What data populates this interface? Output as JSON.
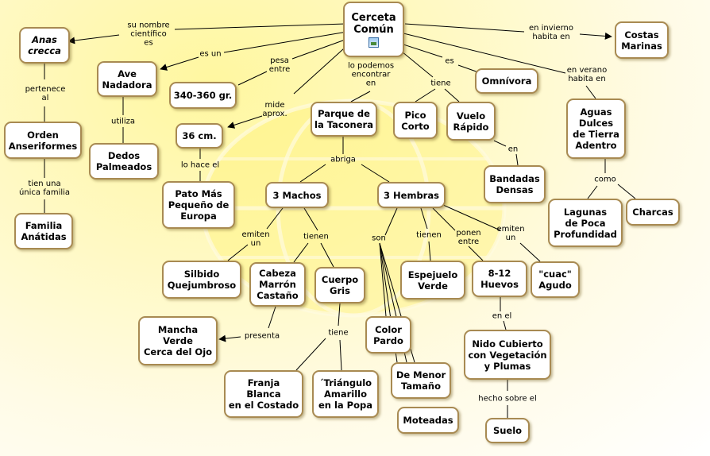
{
  "colors": {
    "node_border": "#a88a52",
    "line": "#000000",
    "background_glow": "#fff7a0"
  },
  "nodes": {
    "root": "Cerceta\nComún",
    "anas": "Anas\ncrecca",
    "orden": "Orden\nAnseriformes",
    "familia": "Familia\nAnátidas",
    "ave": "Ave\nNadadora",
    "dedos": "Dedos\nPalmeados",
    "peso": "340-360 gr.",
    "talla": "36 cm.",
    "pato": "Pato Más\nPequeño de\nEuropa",
    "parque": "Parque de\nla Taconera",
    "pico": "Pico\nCorto",
    "vuelo": "Vuelo\nRápido",
    "omnivora": "Omnívora",
    "costas": "Costas\nMarinas",
    "aguas": "Aguas\nDulces\nde Tierra\nAdentro",
    "bandadas": "Bandadas\nDensas",
    "lagunas": "Lagunas\nde Poca\nProfundidad",
    "charcas": "Charcas",
    "machos": "3 Machos",
    "hembras": "3 Hembras",
    "silbido": "Silbido\nQuejumbroso",
    "cabeza": "Cabeza\nMarrón\nCastaño",
    "cuerpo": "Cuerpo\nGris",
    "mancha": "Mancha\nVerde\nCerca del Ojo",
    "franja": "Franja\nBlanca\nen el Costado",
    "triangulo": "´Triángulo\nAmarillo\nen la Popa",
    "color": "Color\nPardo",
    "menor": "De Menor\nTamaño",
    "moteadas": "Moteadas",
    "espejuelo": "Espejuelo\nVerde",
    "huevos": "8-12\nHuevos",
    "cuac": "\"cuac\"\nAgudo",
    "nido": "Nido Cubierto\ncon Vegetación\ny Plumas",
    "suelo": "Suelo"
  },
  "links": {
    "nombre": "su nombre\ncientífico\nes",
    "es_un": "es un",
    "pesa": "pesa\nentre",
    "mide": "mide\naprox.",
    "podemos": "lo podemos\nencontrar\nen",
    "es": "es",
    "tiene": "tiene",
    "invierno": "en invierno\nhabita en",
    "verano": "en verano\nhabita en",
    "pertenece": "pertenece\nal",
    "utiliza": "utiliza",
    "lo_hace": "lo hace el",
    "abriga": "abriga",
    "en_vuelo": "en",
    "como": "como",
    "tien_una": "tien  una\núnica familia",
    "emiten_m": "emiten\nun",
    "tienen_m": "tienen",
    "presenta": "presenta",
    "tiene_cuerpo": "tiene",
    "son": "son",
    "tienen_h": "tienen",
    "ponen": "ponen\nentre",
    "emiten_h": "emiten\nun",
    "en_el": "en el",
    "hecho": "hecho sobre el"
  }
}
